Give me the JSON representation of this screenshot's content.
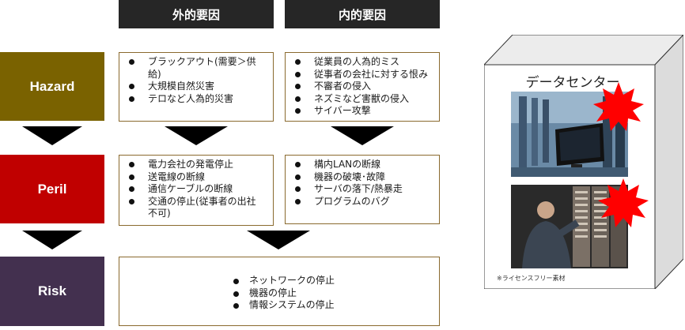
{
  "headers": {
    "external": "外的要因",
    "internal": "内的要因"
  },
  "rows": {
    "hazard": {
      "label": "Hazard",
      "color": "#7a6200"
    },
    "peril": {
      "label": "Peril",
      "color": "#c00000"
    },
    "risk": {
      "label": "Risk",
      "color": "#43304f"
    }
  },
  "hazard_external": [
    "ブラックアウト(需要＞供給)",
    "大規模自然災害",
    "テロなど人為的災害"
  ],
  "hazard_internal": [
    "従業員の人為的ミス",
    "従事者の会社に対する恨み",
    "不審者の侵入",
    "ネズミなど害獣の侵入",
    "サイバー攻撃"
  ],
  "peril_external": [
    "電力会社の発電停止",
    "送電線の断線",
    "通信ケーブルの断線",
    "交通の停止(従事者の出社不可)"
  ],
  "peril_internal": [
    "構内LANの断線",
    "機器の破壊･故障",
    "サーバの落下/熱暴走",
    "プログラムのバグ"
  ],
  "risk_items": [
    "ネットワークの停止",
    "機器の停止",
    "情報システムの停止"
  ],
  "datacenter": {
    "title": "データセンター",
    "credit": "※ライセンスフリー素材"
  }
}
